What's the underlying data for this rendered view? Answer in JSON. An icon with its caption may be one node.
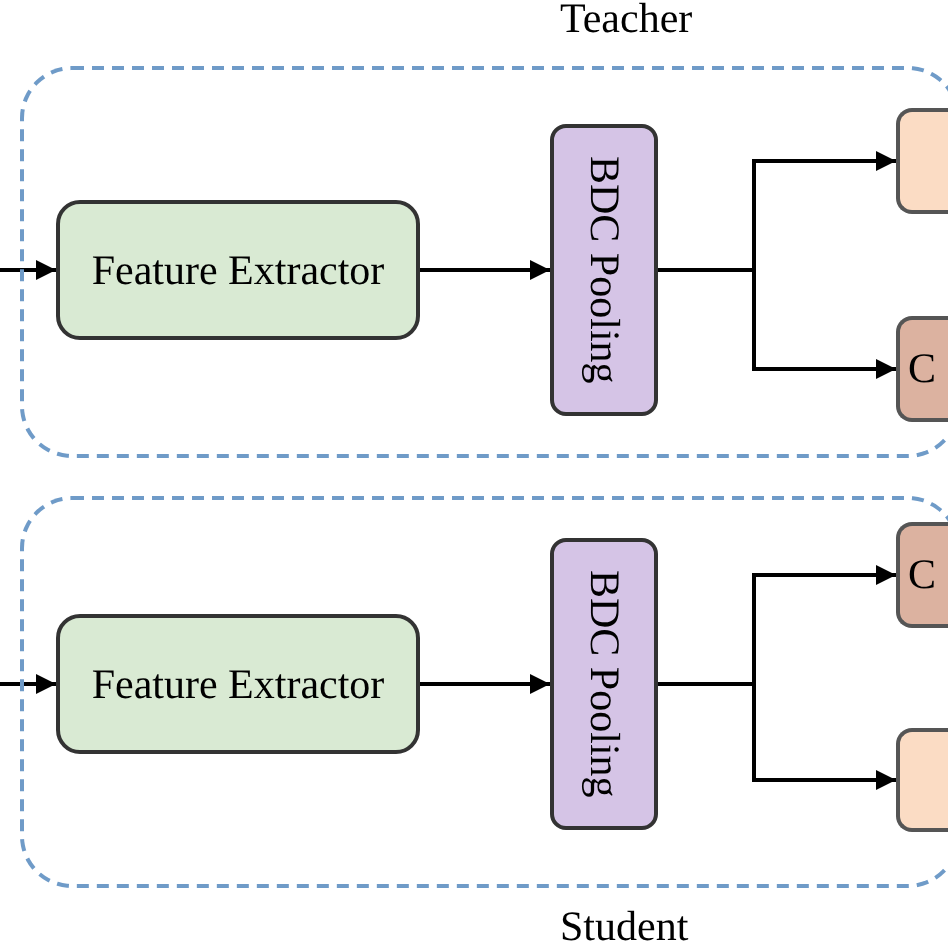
{
  "diagram": {
    "nodes": [
      {
        "text": [
          "Teacher"
        ]
      },
      {
        "text": [
          "Feature Extractor"
        ],
        "in": 0
      },
      {
        "text": [
          "BDC Pooling"
        ],
        "in": 0
      },
      {
        "text": [],
        "shape": "box",
        "in": 0
      },
      {
        "text": [
          "C"
        ],
        "in": 0
      },
      {
        "text": [
          "Student"
        ]
      },
      {
        "text": [
          "Feature Extractor"
        ],
        "in": 5
      },
      {
        "text": [
          "BDC Pooling"
        ],
        "in": 5
      },
      {
        "text": [
          "C"
        ],
        "in": 5
      },
      {
        "text": [],
        "shape": "box",
        "in": 5
      }
    ],
    "edges": [
      {
        "from": null,
        "to": 1,
        "arrow": "to"
      },
      {
        "from": 1,
        "to": 2,
        "arrow": "to"
      },
      {
        "from": 2,
        "to": 3,
        "arrow": "to"
      },
      {
        "from": 2,
        "to": 4,
        "arrow": "to"
      },
      {
        "from": null,
        "to": 6,
        "arrow": "to"
      },
      {
        "from": 6,
        "to": 7,
        "arrow": "to"
      },
      {
        "from": 7,
        "to": 8,
        "arrow": "to"
      },
      {
        "from": 7,
        "to": 9,
        "arrow": "to"
      }
    ]
  }
}
